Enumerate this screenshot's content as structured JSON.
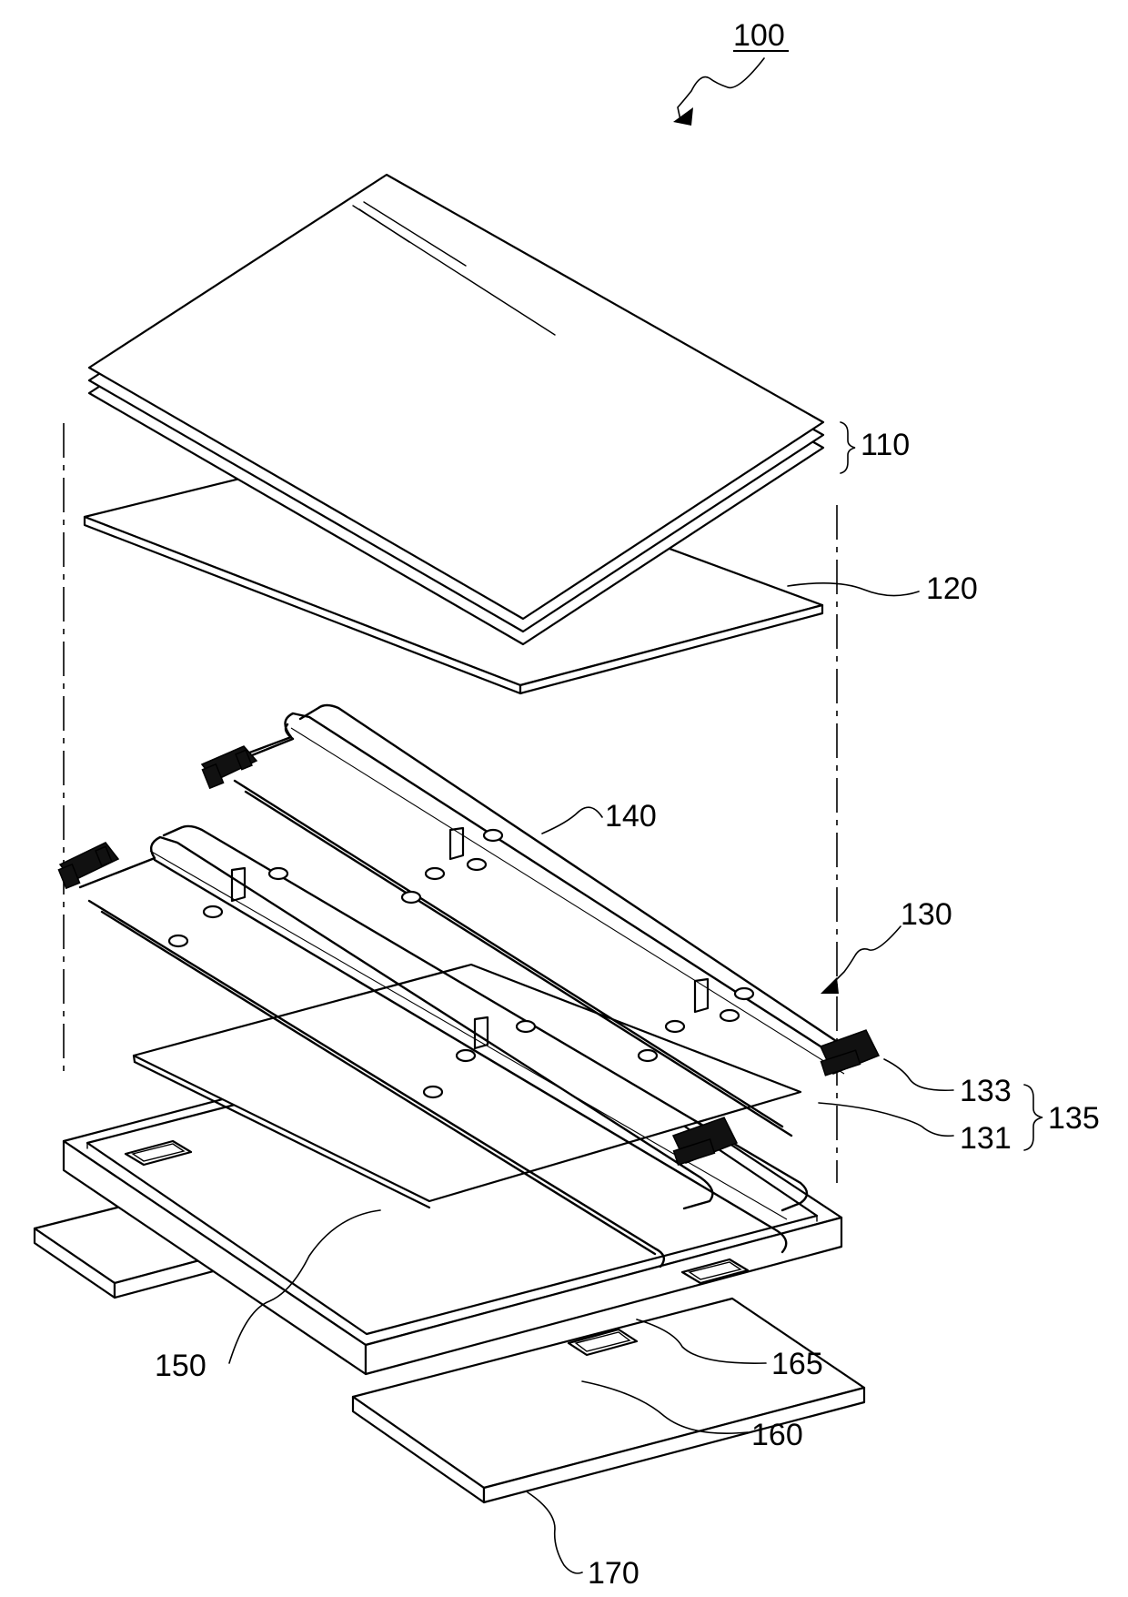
{
  "figure": {
    "labels": {
      "assembly": "100",
      "optical_sheets": "110",
      "diffuser_plate": "120",
      "lamp_unit": "130",
      "lamp_tube": "131",
      "lamp_holder": "133",
      "lamp_group": "135",
      "lamp_clip": "140",
      "reflector_sheet": "150",
      "bottom_chassis": "160",
      "chassis_opening": "165",
      "circuit_board": "170"
    }
  }
}
